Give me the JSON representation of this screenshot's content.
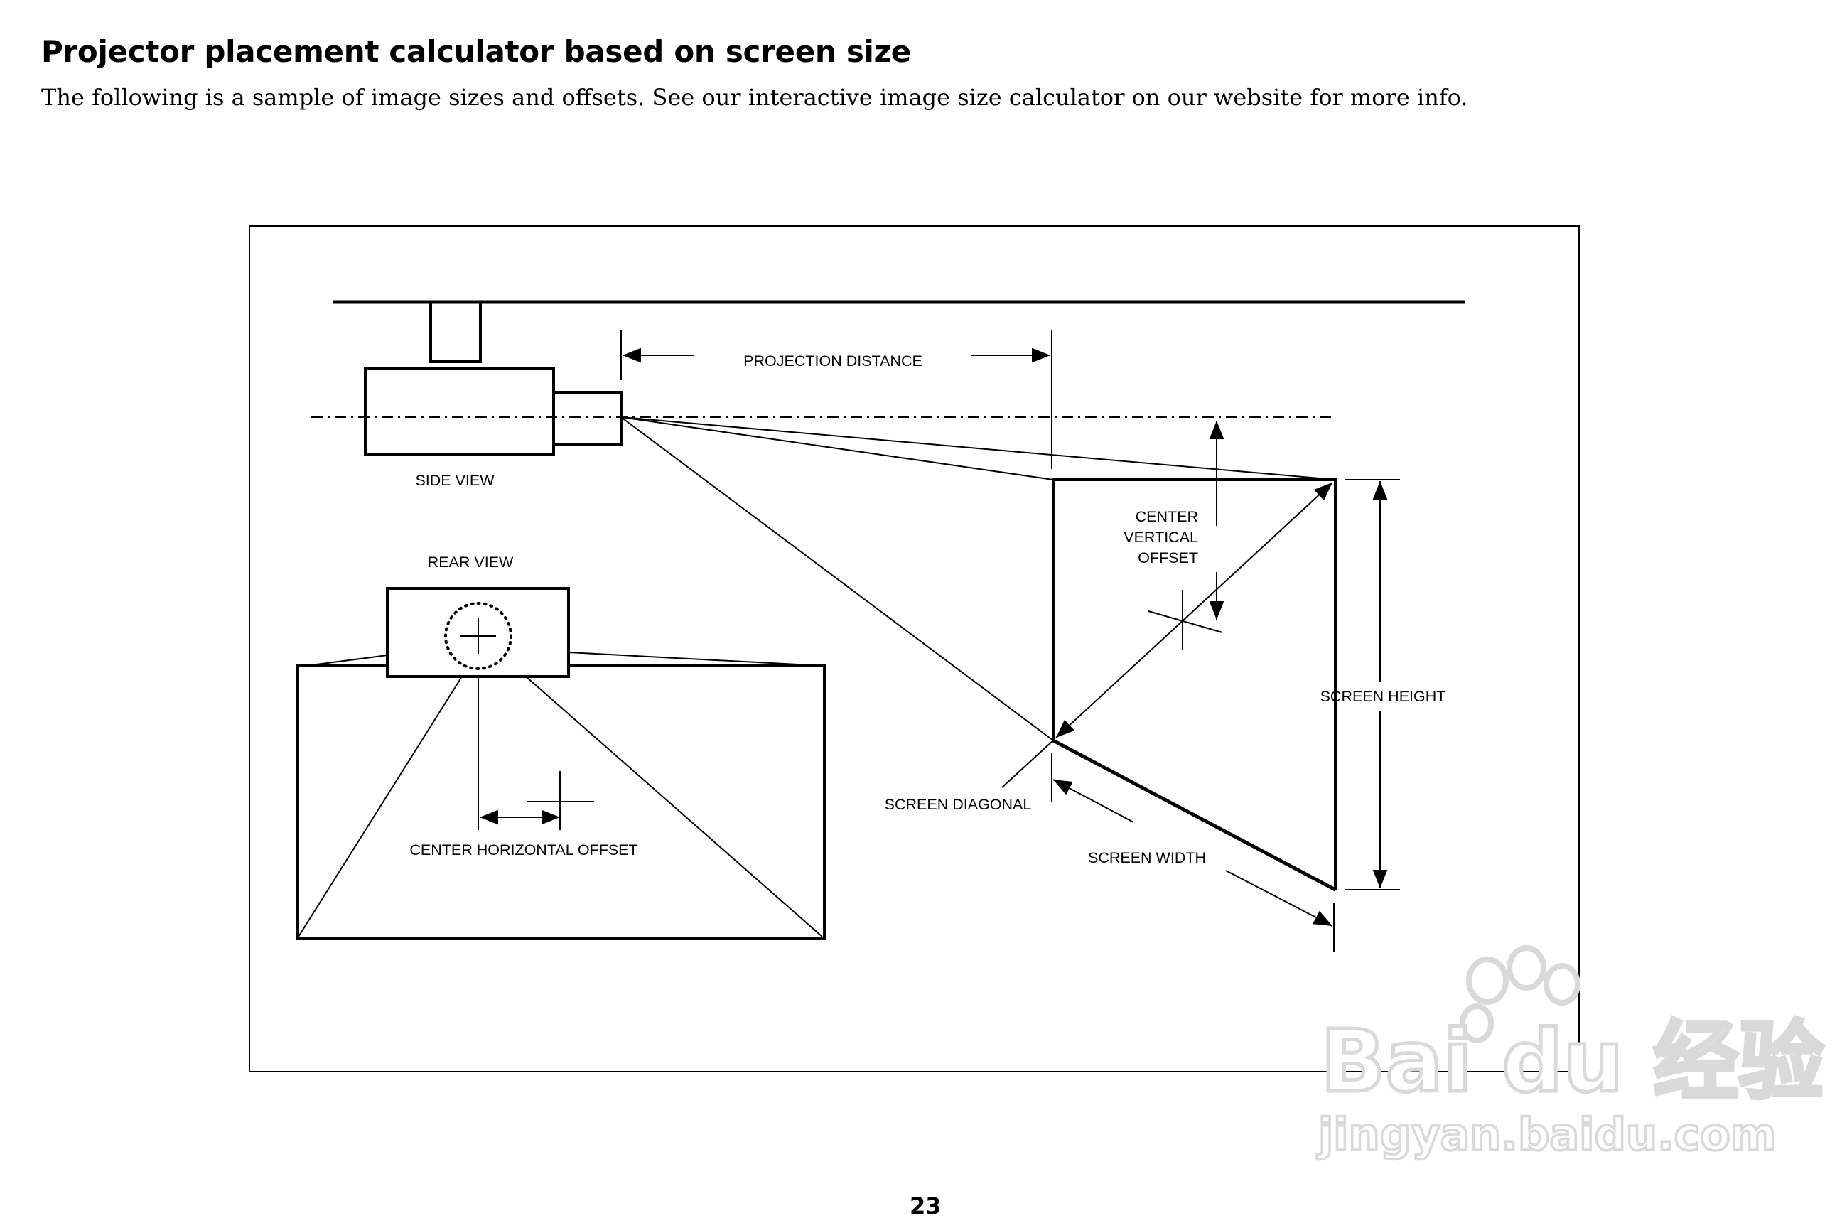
{
  "document": {
    "title": "Projector placement calculator based on screen size",
    "intro": "The following is a sample of image sizes and offsets. See our interactive image size calculator on our website for more info.",
    "page_number": "23"
  },
  "diagram": {
    "labels": {
      "projection_distance": "PROJECTION DISTANCE",
      "side_view": "SIDE VIEW",
      "rear_view": "REAR VIEW",
      "center_vertical_offset": [
        "CENTER",
        "VERTICAL",
        "OFFSET"
      ],
      "screen_height": "SCREEN HEIGHT",
      "screen_diagonal": "SCREEN DIAGONAL",
      "screen_width": "SCREEN WIDTH",
      "center_horizontal_offset": "CENTER HORIZONTAL OFFSET"
    }
  },
  "watermark": {
    "logo_text": "Bai du 经验",
    "url": "jingyan.baidu.com"
  },
  "colors": {
    "ink": "#000000",
    "background": "#ffffff",
    "watermark": "#d9d9d9"
  }
}
